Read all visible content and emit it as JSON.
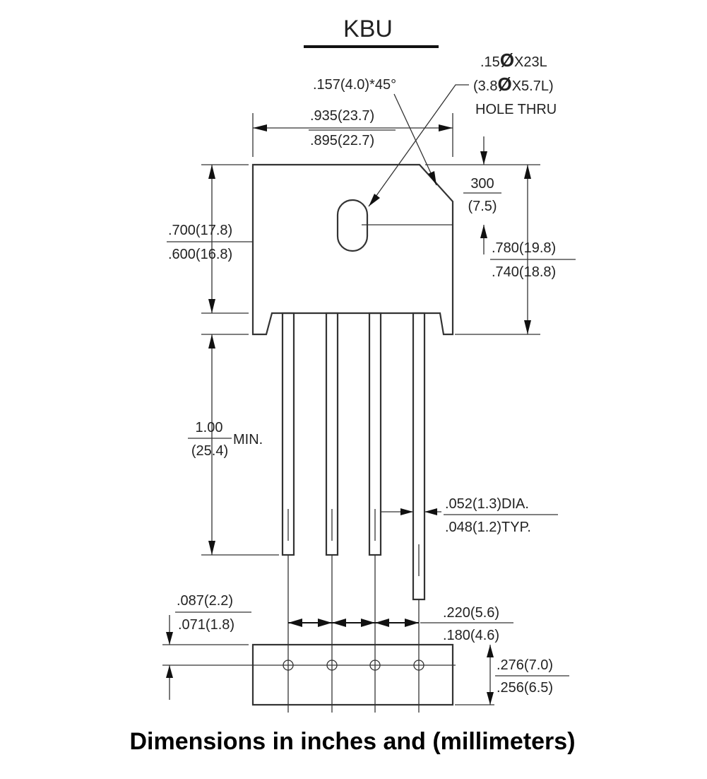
{
  "title": "KBU",
  "caption": "Dimensions in inches and (millimeters)",
  "dims": {
    "chamfer": ".157(4.0)*45°",
    "hole_l1": ".15",
    "hole_l1b": "X23L",
    "hole_l2": "(3.8",
    "hole_l2b": "X5.7L)",
    "hole_l3": "HOLE THRU",
    "diameter_symbol": "Ø",
    "width_max": ".935(23.7)",
    "width_min": ".895(22.7)",
    "hole_off_top": "300",
    "hole_off_bot": "(7.5)",
    "body_h_max": ".700(17.8)",
    "body_h_min": ".600(16.8)",
    "total_h_max": ".780(19.8)",
    "total_h_min": ".740(18.8)",
    "lead_len_top": "1.00",
    "lead_len_bot": "(25.4)",
    "lead_len_suffix": "MIN.",
    "lead_dia_max": ".052(1.3)DIA.",
    "lead_dia_min": ".048(1.2)TYP.",
    "side_max": ".087(2.2)",
    "side_min": ".071(1.8)",
    "pitch_max": ".220(5.6)",
    "pitch_min": ".180(4.6)",
    "thick_max": ".276(7.0)",
    "thick_min": ".256(6.5)"
  }
}
